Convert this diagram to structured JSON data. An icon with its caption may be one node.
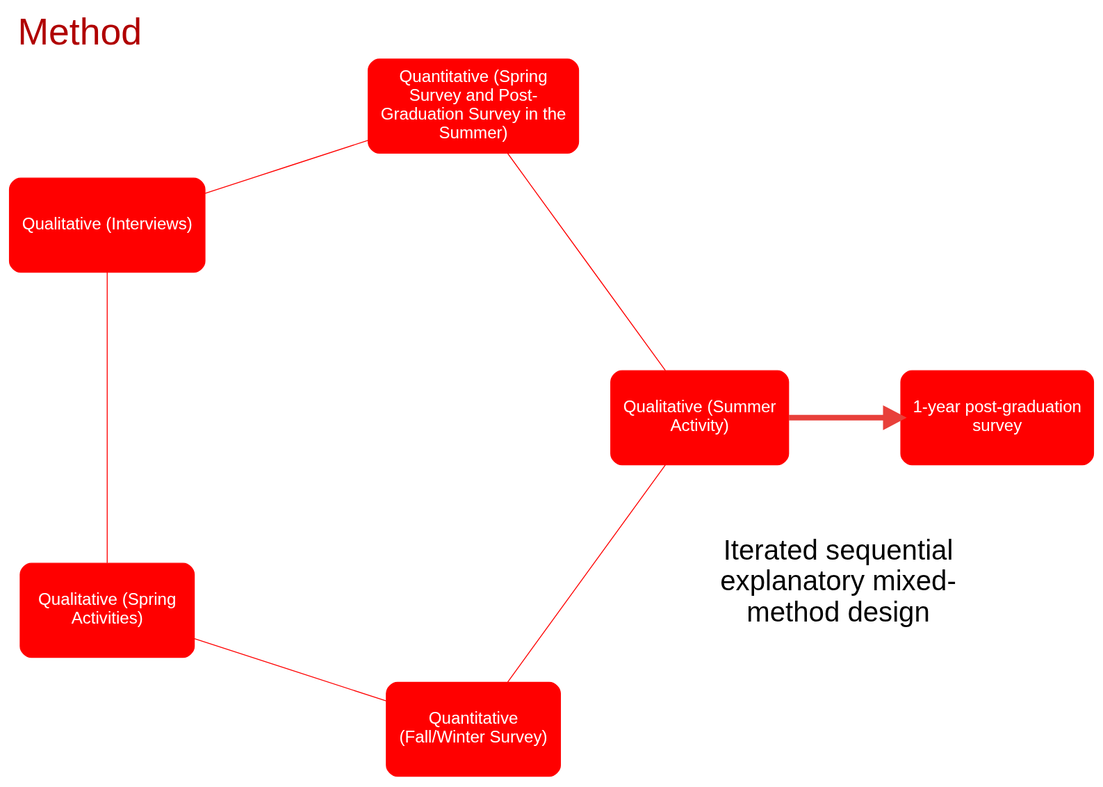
{
  "diagram": {
    "title": "Method",
    "nodes": [
      {
        "text": [
          "Quantitative (Fall/Winter Survey)"
        ]
      },
      {
        "text": [
          "Qualitative (Summer Activity)"
        ]
      },
      {
        "text": [
          "Qualitative (Spring Activities)"
        ]
      },
      {
        "text": [
          "1-year post-graduation survey"
        ]
      },
      {
        "text": [
          "Quantitative (Spring Survey and Post-Graduation Survey in the Summer)"
        ]
      },
      {
        "text": [
          "Qualitative (Interviews)"
        ]
      }
    ],
    "edges": [
      {
        "from": 0,
        "to": 2,
        "arrow": "none"
      },
      {
        "from": 2,
        "to": 5,
        "arrow": "none"
      },
      {
        "from": 5,
        "to": 4,
        "arrow": "none"
      },
      {
        "from": 4,
        "to": 1,
        "arrow": "none"
      },
      {
        "from": 1,
        "to": 0,
        "arrow": "none"
      },
      {
        "from": 1,
        "to": 3,
        "arrow": "to",
        "style": "thick",
        "color": "#e8403a"
      }
    ],
    "labels": [
      "Iterated sequential explanatory mixed-method design"
    ]
  }
}
